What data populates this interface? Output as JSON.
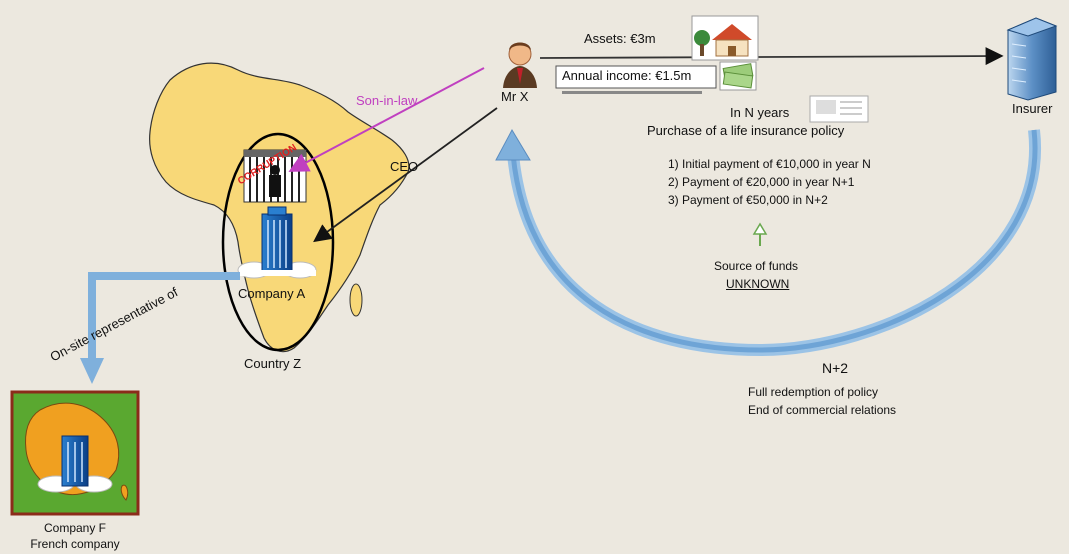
{
  "diagram": {
    "actors": {
      "mr_x": "Mr X",
      "insurer": "Insurer",
      "company_a": "Company A",
      "company_f_line1": "Company F",
      "company_f_line2": "French company",
      "country_z": "Country Z"
    },
    "relations": {
      "son_in_law": "Son-in-law",
      "ceo": "CEO",
      "on_site_rep": "On-site representative of",
      "corruption": "CORRUPTION"
    },
    "mr_x_info": {
      "assets": "Assets: €3m",
      "income": "Annual income: €1.5m"
    },
    "policy": {
      "when": "In N years",
      "title": "Purchase of a life insurance policy",
      "payments": [
        "1) Initial payment of €10,000 in year N",
        "2) Payment of €20,000 in year N+1",
        "3) Payment of €50,000 in N+2"
      ],
      "source_label": "Source of funds",
      "source_value": "UNKNOWN"
    },
    "outcome": {
      "year": "N+2",
      "line1": "Full redemption of policy",
      "line2": "End of commercial relations"
    }
  },
  "colors": {
    "background": "#ece8df",
    "africa": "#f8d878",
    "arrow_blue": "#7fb0dc",
    "son_in_law": "#c040c0",
    "corruption": "#e02020",
    "france_orange": "#f0a020",
    "france_green": "#5aa830"
  }
}
